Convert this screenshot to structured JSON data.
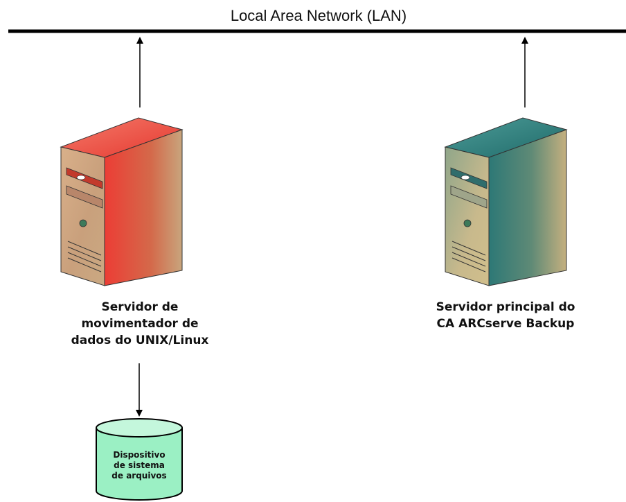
{
  "network": {
    "label": "Local Area Network (LAN)"
  },
  "servers": [
    {
      "id": "data-mover",
      "icon": "server-tower-icon",
      "color": "#e33b35",
      "label_lines": [
        "Servidor de",
        "movimentador de",
        "dados do UNIX/Linux"
      ]
    },
    {
      "id": "primary",
      "icon": "server-tower-icon",
      "color": "#2e7b78",
      "label_lines": [
        "Servidor principal do",
        "CA ARCserve Backup"
      ]
    }
  ],
  "storage": {
    "icon": "disk-cylinder-icon",
    "color": "#9bf0c4",
    "label_lines": [
      "Dispositivo",
      "de sistema",
      "de arquivos"
    ]
  }
}
